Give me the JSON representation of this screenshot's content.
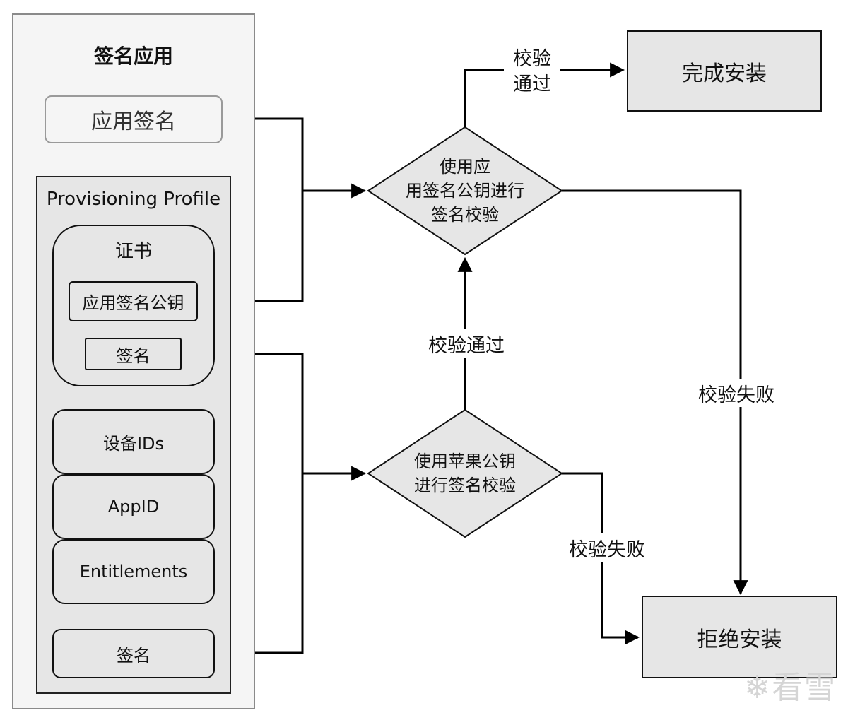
{
  "sign_app": {
    "title": "签名应用",
    "app_signature": "应用签名",
    "provisioning_profile": {
      "title": "Provisioning Profile",
      "certificate": {
        "title": "证书",
        "public_key": "应用签名公钥",
        "signature": "签名"
      },
      "device_ids": "设备IDs",
      "app_id": "AppID",
      "entitlements": "Entitlements",
      "signature": "签名"
    }
  },
  "decisions": {
    "app_key_check": "使用应\n用签名公钥进行\n签名校验",
    "apple_key_check": "使用苹果公钥\n进行签名校验"
  },
  "outcomes": {
    "install_complete": "完成安装",
    "install_rejected": "拒绝安装"
  },
  "edge_labels": {
    "pass_top": "校验\n通过",
    "pass_middle": "校验通过",
    "fail_right": "校验失败",
    "fail_bottom": "校验失败"
  },
  "watermark": "看雪"
}
